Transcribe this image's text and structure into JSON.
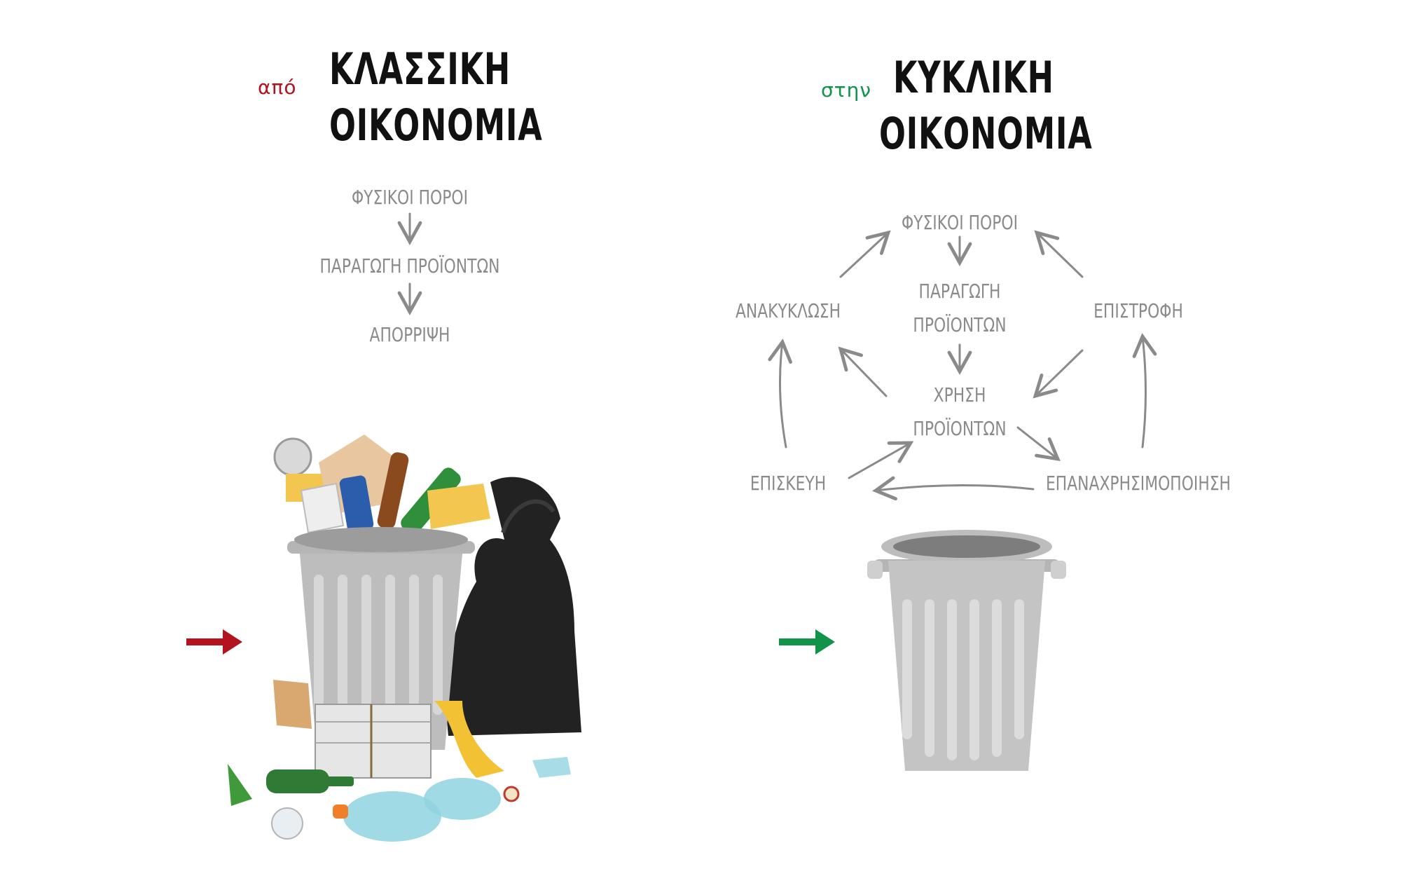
{
  "left": {
    "prefix": "από",
    "title_line1": "ΚΛΑΣΣΙΚΗ",
    "title_line2": "ΟΙΚΟΝΟΜΙΑ",
    "steps": [
      "ΦΥΣΙΚΟΙ ΠΟΡΟΙ",
      "ΠΑΡΑΓΩΓΗ ΠΡΟΪΟΝΤΩΝ",
      "ΑΠΟΡΡΙΨΗ"
    ]
  },
  "right": {
    "prefix": "στην",
    "title_line1": "ΚΥΚΛΙΚΗ",
    "title_line2": "ΟΙΚΟΝΟΜΙΑ",
    "nodes": {
      "resources": "ΦΥΣΙΚΟΙ ΠΟΡΟΙ",
      "production_1": "ΠΑΡΑΓΩΓΗ",
      "production_2": "ΠΡΟΪΟΝΤΩΝ",
      "use_1": "ΧΡΗΣΗ",
      "use_2": "ΠΡΟΪΟΝΤΩΝ",
      "recycling": "ΑΝΑΚΥΚΛΩΣΗ",
      "return": "ΕΠΙΣΤΡΟΦΗ",
      "repair": "ΕΠΙΣΚΕΥΗ",
      "reuse": "ΕΠΑΝΑΧΡΗΣΙΜΟΠΟΙΗΣΗ"
    }
  },
  "colors": {
    "accent_red": "#b3121f",
    "accent_green": "#12934a",
    "flow_text": "#8a8a8a",
    "title_text": "#111111"
  }
}
